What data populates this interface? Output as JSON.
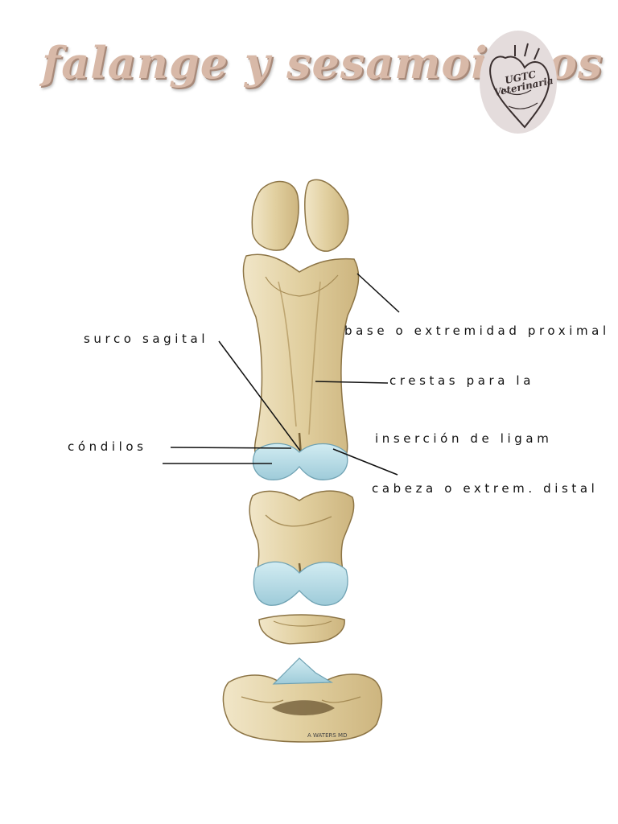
{
  "title": "falange y sesamoideos",
  "logo": {
    "line1": "UGTC",
    "line2": "Veterinaria"
  },
  "labels": {
    "surco_sagital": "surco sagital",
    "base": "base o extremidad proximal",
    "crestas": "crestas para la",
    "insercion": "inserción de ligam",
    "condilos": "cóndilos",
    "cabeza": "cabeza o extrem. distal"
  },
  "credit": "A WATERS MD",
  "colors": {
    "bone": "#e3d3aa",
    "bone_dark": "#b49a63",
    "cartilage": "#b7dbe6",
    "title": "#d8b9a8"
  }
}
